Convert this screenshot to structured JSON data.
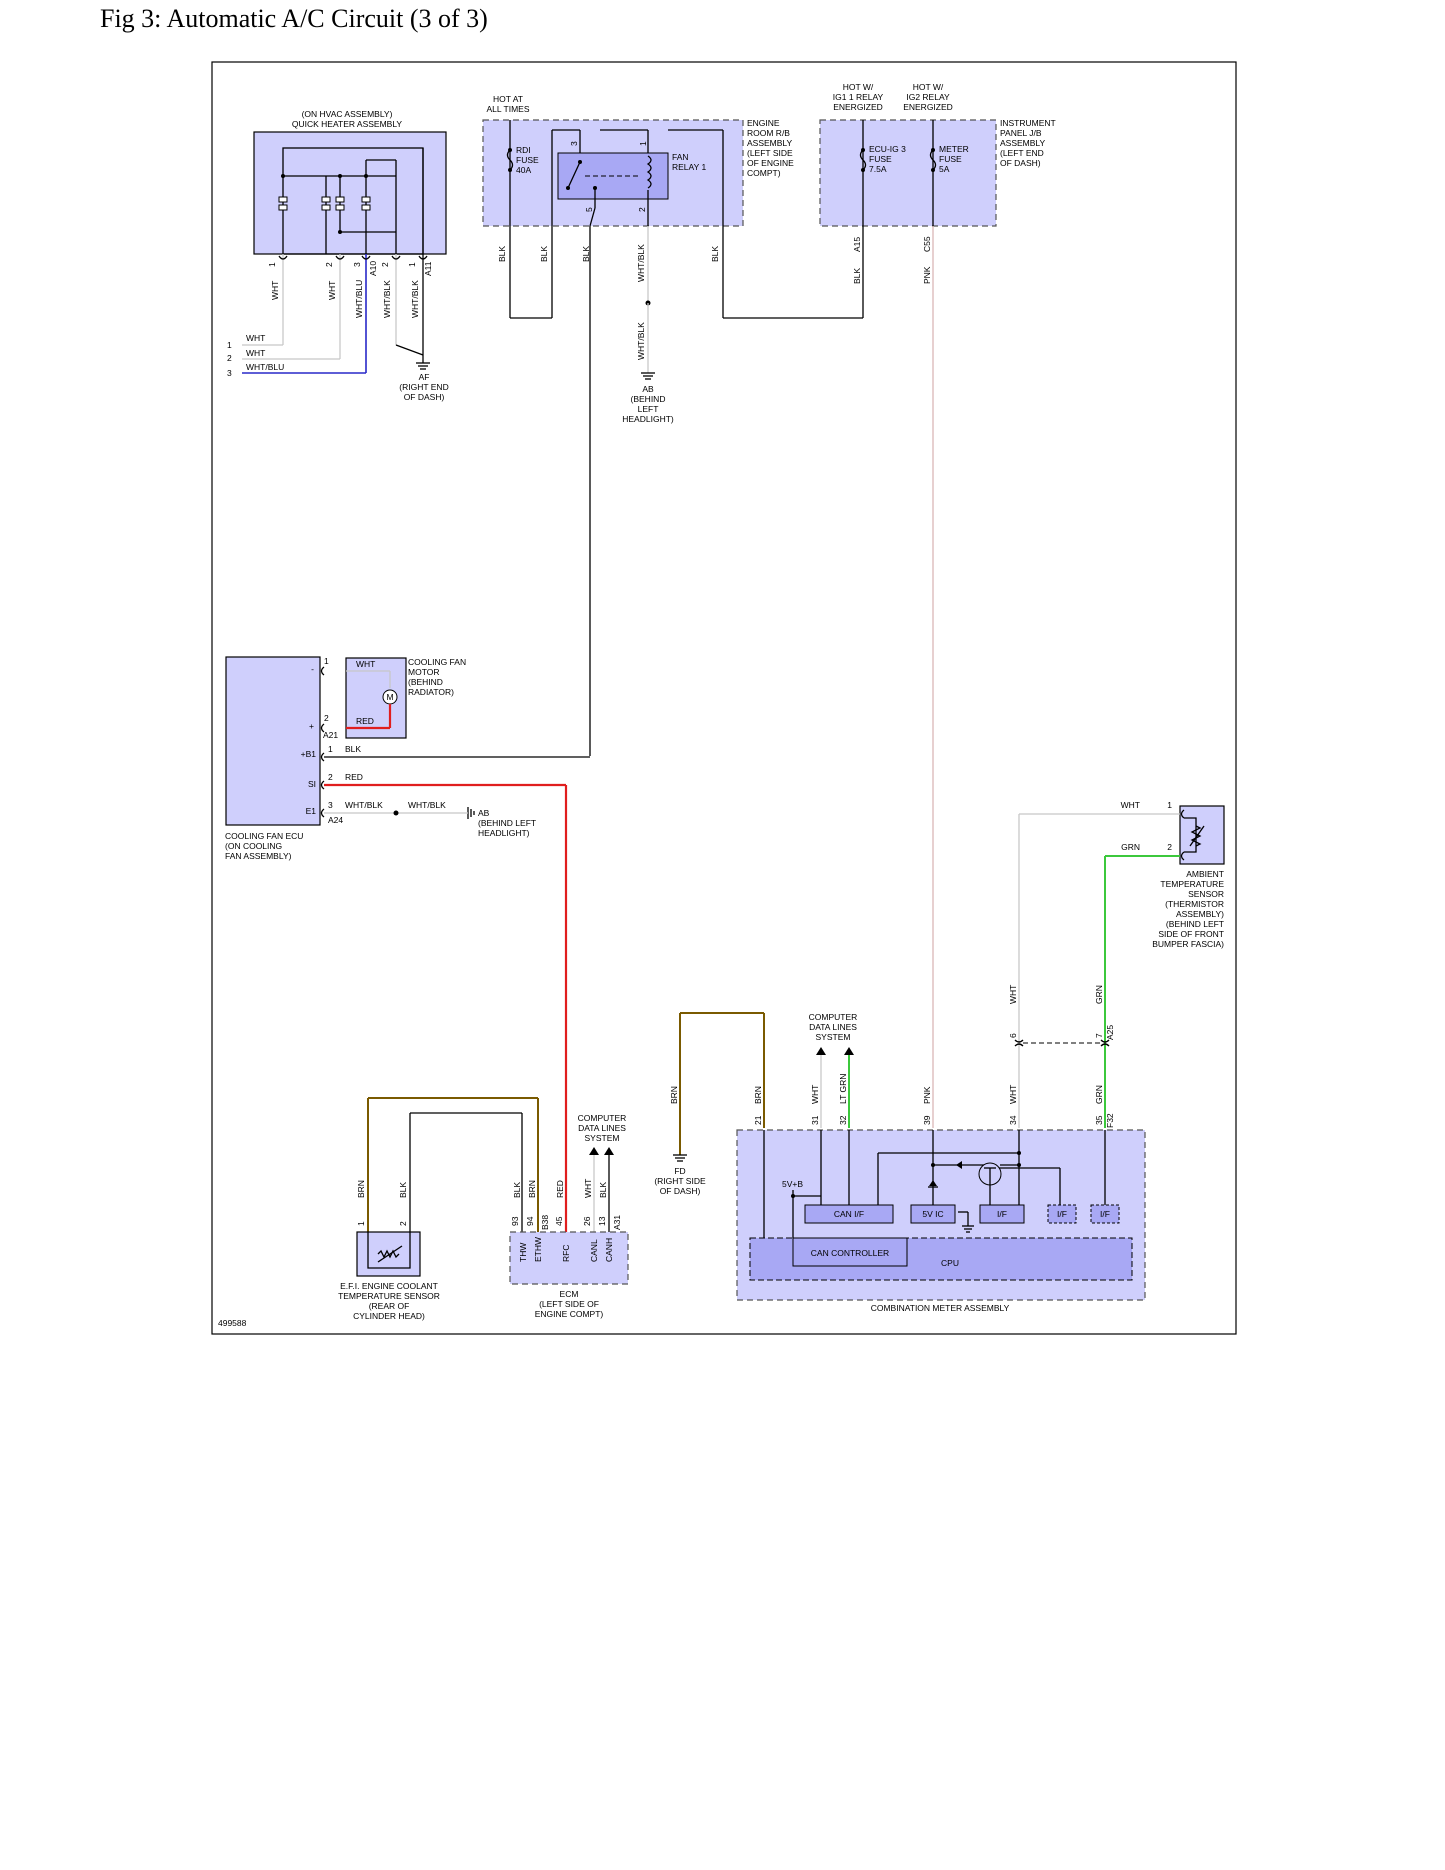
{
  "title": "Fig 3: Automatic A/C Circuit (3 of 3)",
  "diagram_id": "499588",
  "components": {
    "quick_heater": {
      "line1": "(ON HVAC ASSEMBLY)",
      "line2": "QUICK HEATER ASSEMBLY",
      "pins": [
        "1",
        "2",
        "3",
        "2",
        "1"
      ],
      "connector_a10": "A10",
      "connector_a11": "A11",
      "wires": [
        "WHT",
        "WHT",
        "WHT/BLU",
        "WHT/BLK",
        "WHT/BLK"
      ],
      "left_labels": [
        {
          "pin": "1",
          "color": "WHT"
        },
        {
          "pin": "2",
          "color": "WHT"
        },
        {
          "pin": "3",
          "color": "WHT/BLU"
        }
      ]
    },
    "ground_af": {
      "name": "AF",
      "line2": "(RIGHT END",
      "line3": "OF DASH)"
    },
    "hot_at_all_times": {
      "line1": "HOT AT",
      "line2": "ALL TIMES"
    },
    "engine_room_rb": {
      "lines": [
        "ENGINE",
        "ROOM R/B",
        "ASSEMBLY",
        "(LEFT SIDE",
        "OF ENGINE",
        "COMPT)"
      ],
      "rdi_fuse": [
        "RDI",
        "FUSE",
        "40A"
      ],
      "fan_relay": [
        "FAN",
        "RELAY 1"
      ],
      "relay_pins": [
        "3",
        "1",
        "5",
        "2"
      ],
      "wires": [
        "BLK",
        "BLK",
        "BLK",
        "WHT/BLK",
        "BLK"
      ]
    },
    "ground_ab_top": {
      "name": "AB",
      "lines": [
        "(BEHIND",
        "LEFT",
        "HEADLIGHT)"
      ],
      "wire": "WHT/BLK"
    },
    "hot_ig1": {
      "lines": [
        "HOT W/",
        "IG1 1 RELAY",
        "ENERGIZED"
      ]
    },
    "hot_ig2": {
      "lines": [
        "HOT W/",
        "IG2 RELAY",
        "ENERGIZED"
      ]
    },
    "instrument_panel_jb": {
      "lines": [
        "INSTRUMENT",
        "PANEL J/B",
        "ASSEMBLY",
        "(LEFT END",
        "OF DASH)"
      ],
      "ecu_fuse": [
        "ECU-IG 3",
        "FUSE",
        "7.5A"
      ],
      "meter_fuse": [
        "METER",
        "FUSE",
        "5A"
      ],
      "connector_a15": "A15",
      "connector_c55": "C55",
      "wire_a15": "BLK",
      "wire_c55": "PNK"
    },
    "cooling_fan_motor": {
      "lines": [
        "COOLING FAN",
        "MOTOR",
        "(BEHIND",
        "RADIATOR)"
      ],
      "motor_symbol": "M",
      "wire_neg": "WHT",
      "wire_pos": "RED",
      "pin_neg": "1",
      "pin_pos": "2",
      "sign_neg": "-",
      "sign_pos": "+"
    },
    "cooling_fan_ecu": {
      "lines": [
        "COOLING FAN ECU",
        "(ON COOLING",
        "FAN ASSEMBLY)"
      ],
      "connector_a21": "A21",
      "connector_a24": "A24",
      "terminals": [
        "+B1",
        "SI",
        "E1"
      ],
      "pins": [
        "1",
        "2",
        "3"
      ],
      "wires": [
        "BLK",
        "RED",
        "WHT/BLK",
        "WHT/BLK"
      ]
    },
    "ground_ab_mid": {
      "name": "AB",
      "lines": [
        "(BEHIND LEFT",
        "HEADLIGHT)"
      ]
    },
    "ambient_sensor": {
      "lines": [
        "AMBIENT",
        "TEMPERATURE",
        "SENSOR",
        "(THERMISTOR",
        "ASSEMBLY)",
        "(BEHIND LEFT",
        "SIDE OF FRONT",
        "BUMPER FASCIA)"
      ],
      "pins": [
        "1",
        "2"
      ],
      "wires": [
        "WHT",
        "GRN"
      ]
    },
    "junction_a25": {
      "pins": [
        "6",
        "7"
      ],
      "connector": "A25",
      "wires": [
        "WHT",
        "GRN"
      ]
    },
    "coolant_sensor": {
      "lines": [
        "E.F.I. ENGINE COOLANT",
        "TEMPERATURE SENSOR",
        "(REAR OF",
        "CYLINDER HEAD)"
      ],
      "pins": [
        "1",
        "2"
      ],
      "wires": [
        "BRN",
        "BLK"
      ]
    },
    "ecm": {
      "lines": [
        "ECM",
        "(LEFT SIDE OF",
        "ENGINE COMPT)"
      ],
      "data_lines": [
        "COMPUTER",
        "DATA LINES",
        "SYSTEM"
      ],
      "connector_b38": "B38",
      "connector_a31": "A31",
      "pins": [
        "93",
        "94",
        "45",
        "26",
        "13"
      ],
      "terminals": [
        "THW",
        "ETHW",
        "RFC",
        "CANL",
        "CANH"
      ],
      "wires": [
        "BLK",
        "BRN",
        "RED",
        "WHT",
        "BLK"
      ]
    },
    "ground_fd": {
      "name": "FD",
      "lines": [
        "(RIGHT SIDE",
        "OF DASH)"
      ],
      "wire": "BRN"
    },
    "combination_meter": {
      "name": "COMBINATION METER ASSEMBLY",
      "data_lines": [
        "COMPUTER",
        "DATA LINES",
        "SYSTEM"
      ],
      "connector_f32": "F32",
      "pins": [
        "21",
        "31",
        "32",
        "39",
        "34",
        "35"
      ],
      "wires": [
        "BRN",
        "WHT",
        "LT GRN",
        "PNK",
        "WHT",
        "GRN"
      ],
      "power_label": "5V+B",
      "blocks": [
        "CAN I/F",
        "5V IC",
        "I/F",
        "I/F",
        "I/F"
      ],
      "can_controller": "CAN CONTROLLER",
      "cpu": "CPU"
    }
  }
}
